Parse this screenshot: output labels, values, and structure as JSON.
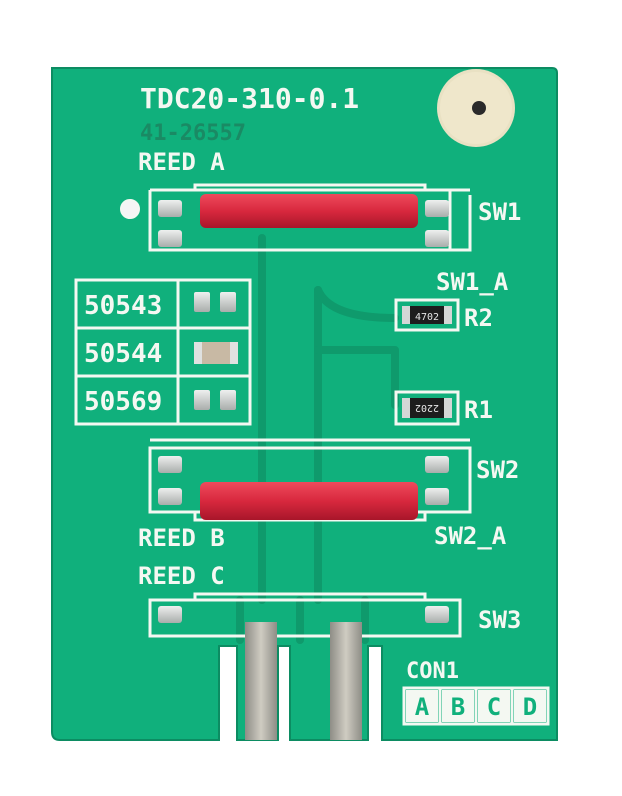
{
  "board": {
    "part_number": "TDC20-310-0.1",
    "faded_number": "41-26557",
    "labels": {
      "reed_a": "REED A",
      "reed_b": "REED B",
      "reed_c": "REED C",
      "sw1": "SW1",
      "sw1_a": "SW1_A",
      "sw2": "SW2",
      "sw2_a": "SW2_A",
      "sw3": "SW3",
      "r1": "R1",
      "r2": "R2",
      "con1": "CON1"
    },
    "resistor_codes": {
      "r1": "2202",
      "r2": "4702"
    },
    "option_table": [
      "50543",
      "50544",
      "50569"
    ],
    "connector_pins": [
      "A",
      "B",
      "C",
      "D"
    ]
  },
  "colors": {
    "pcb_green": "#10b07c",
    "silkscreen": "#f4f8f2",
    "reed_red": "#d8283e",
    "pad_silver": "#d4d7d6",
    "gold_contact": "#b8b4a8"
  }
}
